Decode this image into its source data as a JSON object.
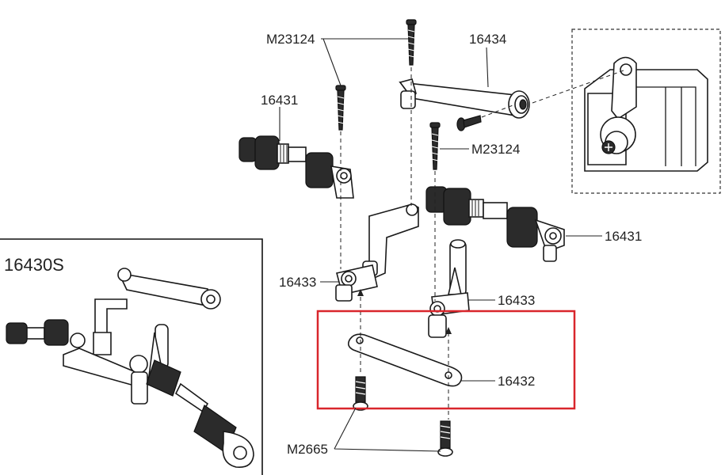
{
  "labels": {
    "screw_top": "M23124",
    "servo_saver_arm": "16434",
    "turnbuckle_left": "16431",
    "screw_mid": "M23124",
    "turnbuckle_right": "16431",
    "bellcrank_left": "16433",
    "bellcrank_right": "16433",
    "link_plate": "16432",
    "pivot_screw": "M2665",
    "assembly": "16430S"
  },
  "colors": {
    "highlight": "#d9262c",
    "line": "#1a1a1a"
  }
}
